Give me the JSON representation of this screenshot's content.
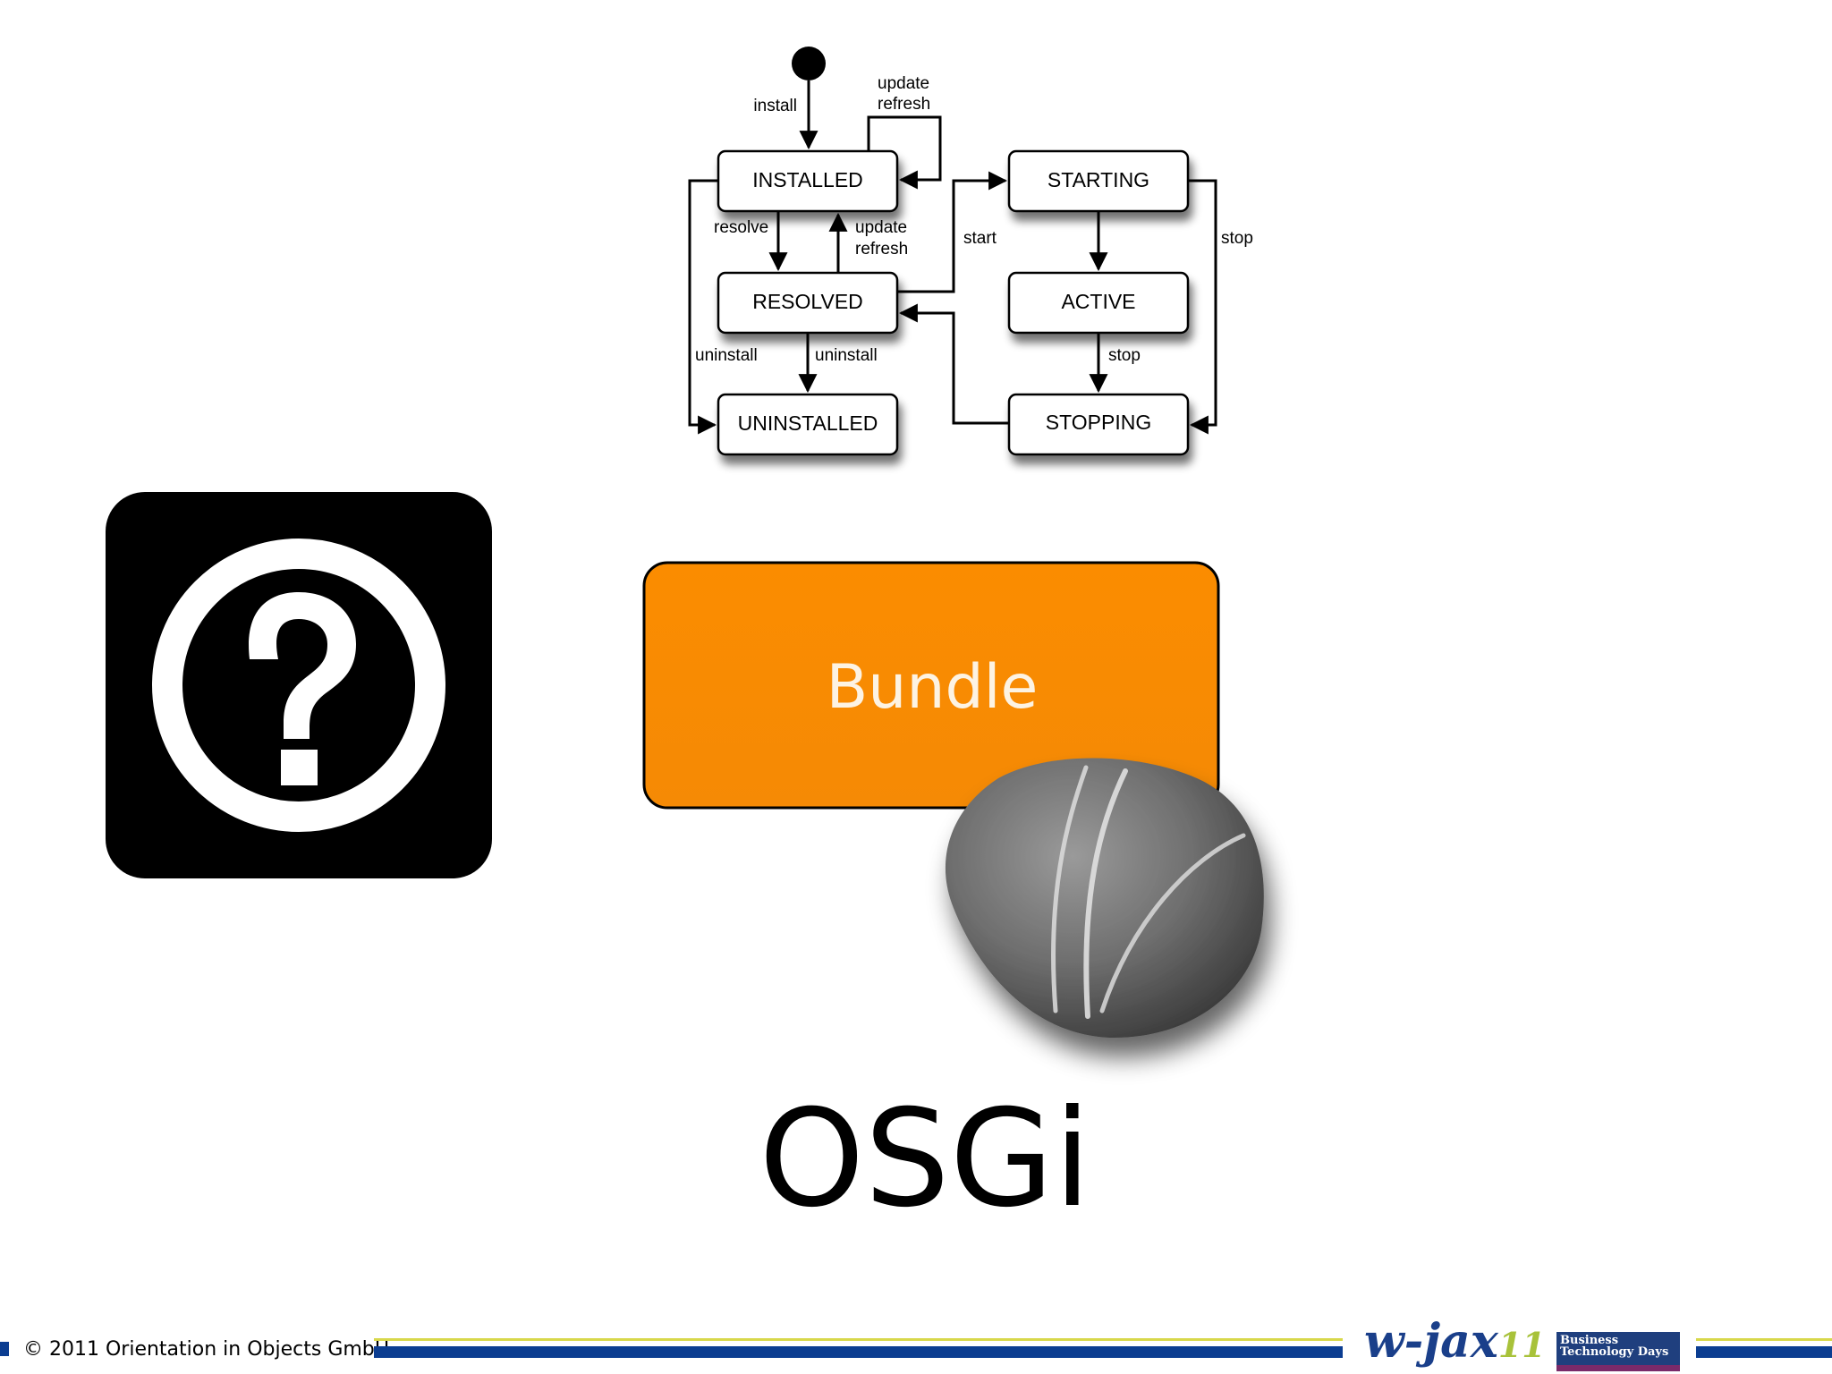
{
  "diagram": {
    "states": {
      "installed": "INSTALLED",
      "resolved": "RESOLVED",
      "uninstalled": "UNINSTALLED",
      "starting": "STARTING",
      "active": "ACTIVE",
      "stopping": "STOPPING"
    },
    "edges": {
      "install": "install",
      "update_top_1": "update",
      "refresh_top_2": "refresh",
      "resolve": "resolve",
      "update_mid_1": "update",
      "refresh_mid_2": "refresh",
      "uninstall_left": "uninstall",
      "uninstall_mid": "uninstall",
      "start": "start",
      "stop_right": "stop",
      "stop_mid": "stop"
    }
  },
  "bundle": {
    "label": "Bundle",
    "color": "#fb8c00"
  },
  "icons": {
    "help": "question-mark-circle-icon",
    "pebble": "pebble-stone-image"
  },
  "title": "OSGi",
  "footer": {
    "copyright": "© 2011 Orientation in Objects GmbH",
    "logo_wjax_text": "w-jax",
    "logo_wjax_num": "11",
    "logo_btd_line1": "Business",
    "logo_btd_line2": "Technology Days",
    "bar_blue": "#0b3d91",
    "bar_yellow": "#d8d84a"
  }
}
